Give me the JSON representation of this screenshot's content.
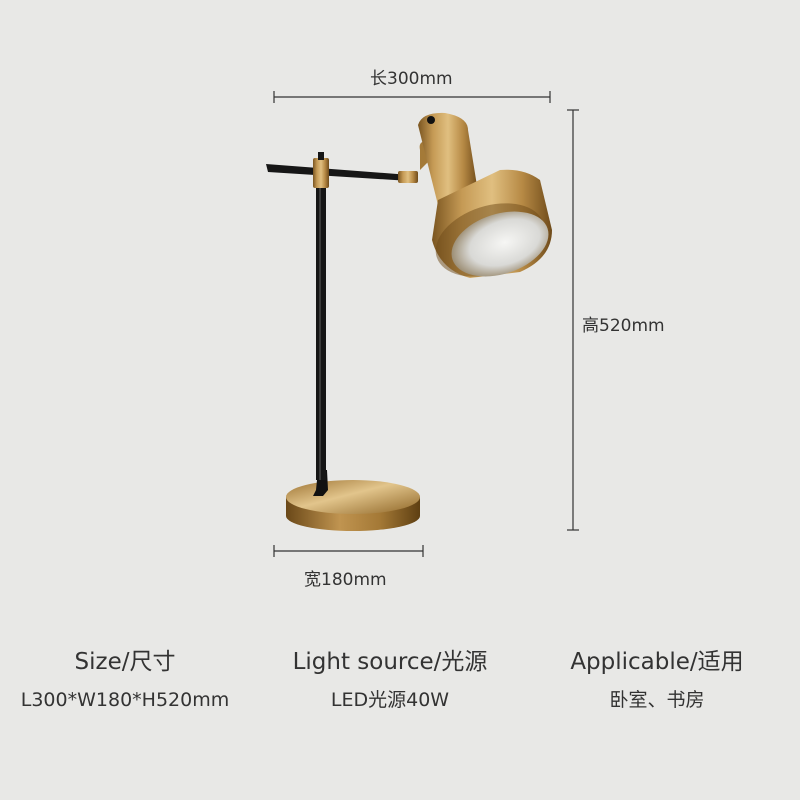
{
  "dimensions": {
    "length": "长300mm",
    "height": "高520mm",
    "width": "宽180mm"
  },
  "specs": [
    {
      "title": "Size/尺寸",
      "value": "L300*W180*H520mm"
    },
    {
      "title": "Light source/光源",
      "value": "LED光源40W"
    },
    {
      "title": "Applicable/适用",
      "value": "卧室、书房"
    }
  ],
  "colors": {
    "background": "#e8e8e6",
    "brass": "#b68a45",
    "pole": "#151515"
  }
}
